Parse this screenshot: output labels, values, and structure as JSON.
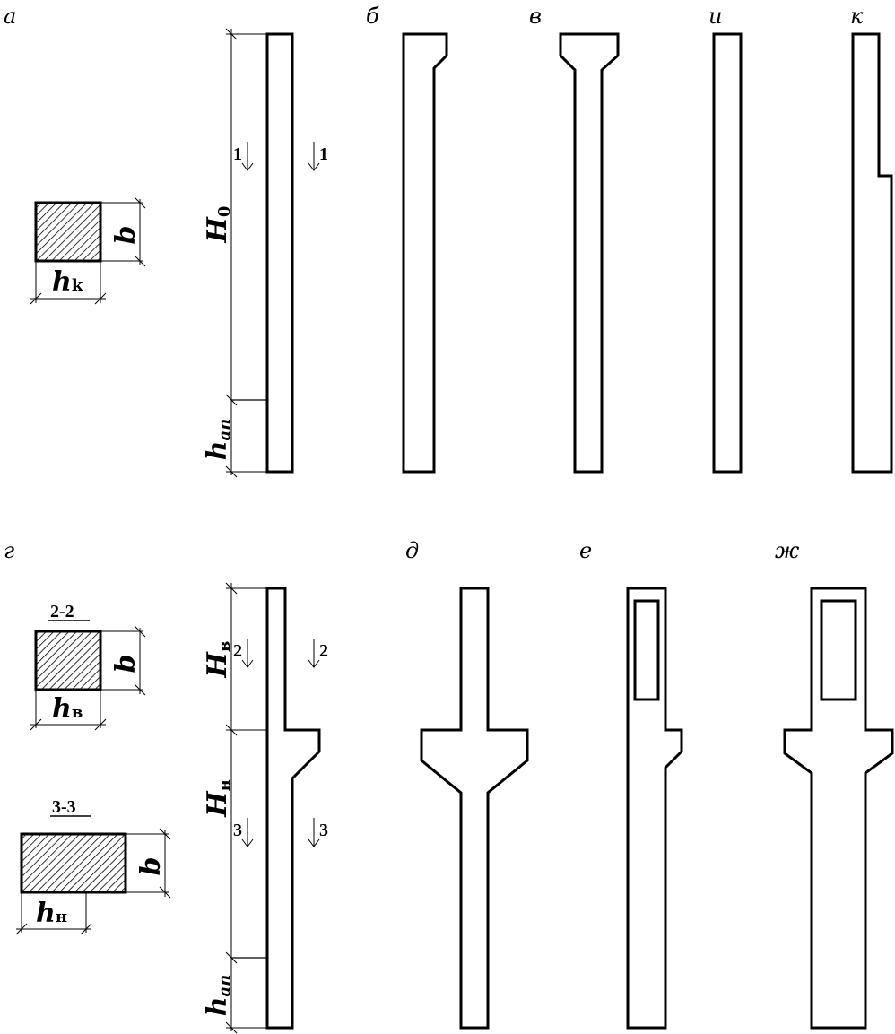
{
  "labels": {
    "a": "а",
    "b": "б",
    "v": "в",
    "i": "и",
    "k": "к",
    "g": "г",
    "d": "д",
    "e": "е",
    "zh": "ж"
  },
  "sections": {
    "s22": "2-2",
    "s33": "3-3"
  },
  "cuts": {
    "c1": "1",
    "c2": "2",
    "c3": "3"
  },
  "dims": {
    "b": "b",
    "h": "h",
    "hk_sub": "k",
    "hv_sub": "в",
    "hn_sub": "н",
    "H": "H",
    "H0_sub": "0",
    "Hv_sub": "в",
    "Hn_sub": "н",
    "han_sub": "an"
  }
}
